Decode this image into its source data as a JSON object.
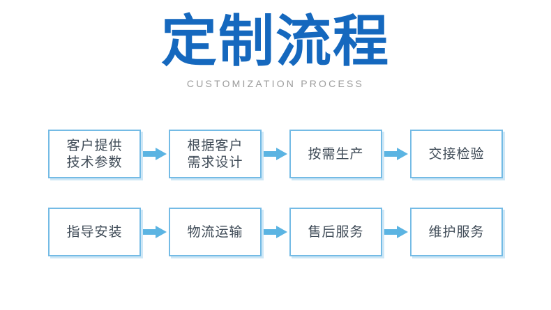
{
  "header": {
    "title": "定制流程",
    "subtitle": "CUSTOMIZATION PROCESS",
    "title_color": "#1568be",
    "subtitle_color": "#9b9b9b"
  },
  "theme": {
    "background": "#ffffff",
    "box_border_color": "#74bbe5",
    "box_shadow_color": "#b9dcf1",
    "box_text_color": "#3f4b57",
    "arrow_color": "#5bb4e2"
  },
  "flow": {
    "arrow_icon": "arrow-right-icon",
    "rows": [
      {
        "steps": [
          {
            "label": "客户提供\n技术参数"
          },
          {
            "label": "根据客户\n需求设计"
          },
          {
            "label": "按需生产"
          },
          {
            "label": "交接检验"
          }
        ]
      },
      {
        "steps": [
          {
            "label": "指导安装"
          },
          {
            "label": "物流运输"
          },
          {
            "label": "售后服务"
          },
          {
            "label": "维护服务"
          }
        ]
      }
    ]
  }
}
